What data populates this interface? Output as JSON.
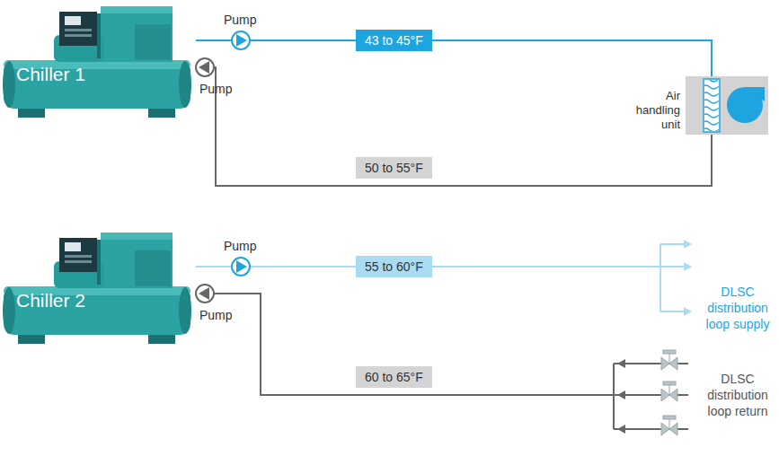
{
  "diagram": {
    "nodes": [
      {
        "text": [
          "Chiller 1"
        ]
      },
      {
        "text": [
          "Air handling unit"
        ]
      },
      {
        "text": [
          "Chiller 2"
        ]
      },
      {
        "text": [
          "DLSC distribution loop supply"
        ]
      },
      {
        "text": [
          "DLSC distribution loop return"
        ]
      }
    ],
    "edges": [
      {
        "from": 0,
        "to": 1,
        "arrow": "none",
        "label": "43 to 45°F"
      },
      {
        "from": 1,
        "to": 0,
        "arrow": "none",
        "label": "50 to 55°F"
      },
      {
        "from": 2,
        "to": 3,
        "arrow": "to",
        "label": "55 to 60°F"
      },
      {
        "from": 4,
        "to": 2,
        "arrow": "to",
        "label": "60 to 65°F"
      }
    ],
    "labels": [
      "Pump",
      "Pump",
      "Pump",
      "Pump"
    ]
  }
}
